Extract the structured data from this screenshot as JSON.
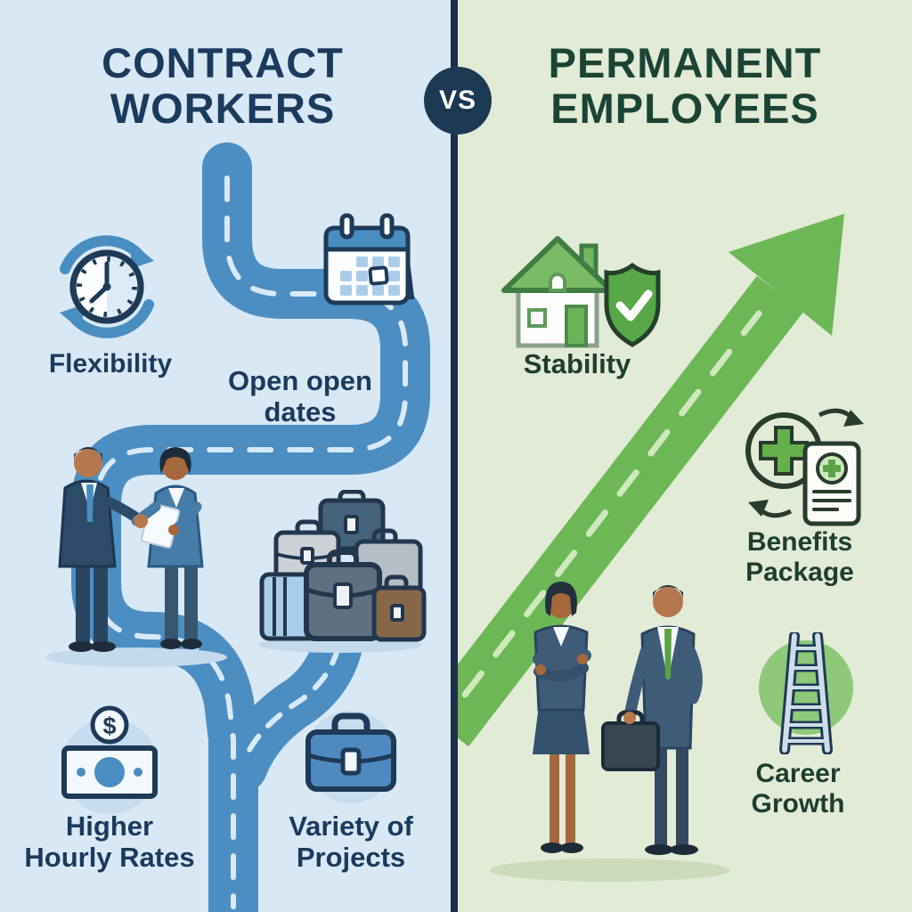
{
  "left_panel": {
    "title": "CONTRACT\nWORKERS",
    "items": [
      {
        "icon": "clock-refresh-icon",
        "label": "Flexibility"
      },
      {
        "icon": "calendar-icon",
        "label": "Open open\ndates"
      },
      {
        "icon": "money-icon",
        "label": "Higher\nHourly Rates"
      },
      {
        "icon": "briefcase-icon",
        "label": "Variety of\nProjects"
      }
    ],
    "illustrations": [
      "handshake-businesspeople",
      "briefcase-pile",
      "winding-road-fork"
    ]
  },
  "right_panel": {
    "title": "PERMANENT\nEMPLOYEES",
    "items": [
      {
        "icon": "house-shield-icon",
        "label": "Stability"
      },
      {
        "icon": "medical-benefits-icon",
        "label": "Benefits\nPackage"
      },
      {
        "icon": "career-ladder-icon",
        "label": "Career\nGrowth"
      }
    ],
    "illustrations": [
      "rising-arrow-road",
      "standing-businesspeople"
    ]
  },
  "vs_badge": "VS",
  "icons": {
    "dollar_sign": "$"
  },
  "colors": {
    "left_bg": "#d8e8f4",
    "right_bg": "#e2ebd6",
    "road_blue": "#4d8ec2",
    "road_dash": "#d8eaf7",
    "arrow_green": "#6db757",
    "arrow_dash": "#cfe9bd",
    "navy_text": "#1b3a5c",
    "dark_green_text": "#1e3e2f",
    "divider_navy": "#1d3048",
    "vs_circle_navy": "#1c3954"
  }
}
